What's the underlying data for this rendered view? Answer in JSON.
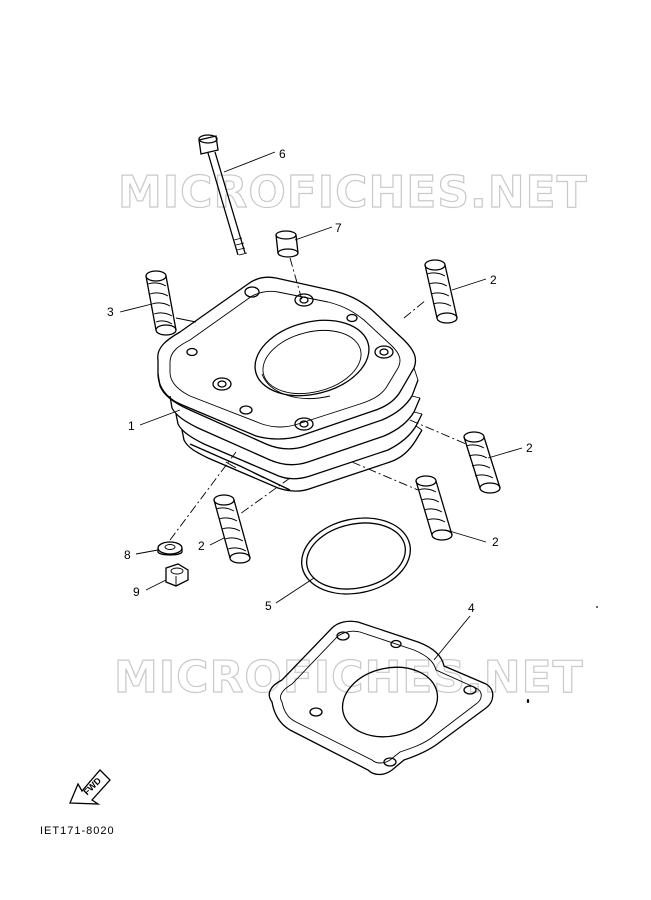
{
  "watermark": "MICROFICHES.NET",
  "callouts": {
    "c1": "1",
    "c2a": "2",
    "c2b": "2",
    "c2c": "2",
    "c2d": "2",
    "c3": "3",
    "c4": "4",
    "c5": "5",
    "c6": "6",
    "c7": "7",
    "c8": "8",
    "c9": "9"
  },
  "fwd_label": "FWD",
  "figure_code": "IET171-8020"
}
